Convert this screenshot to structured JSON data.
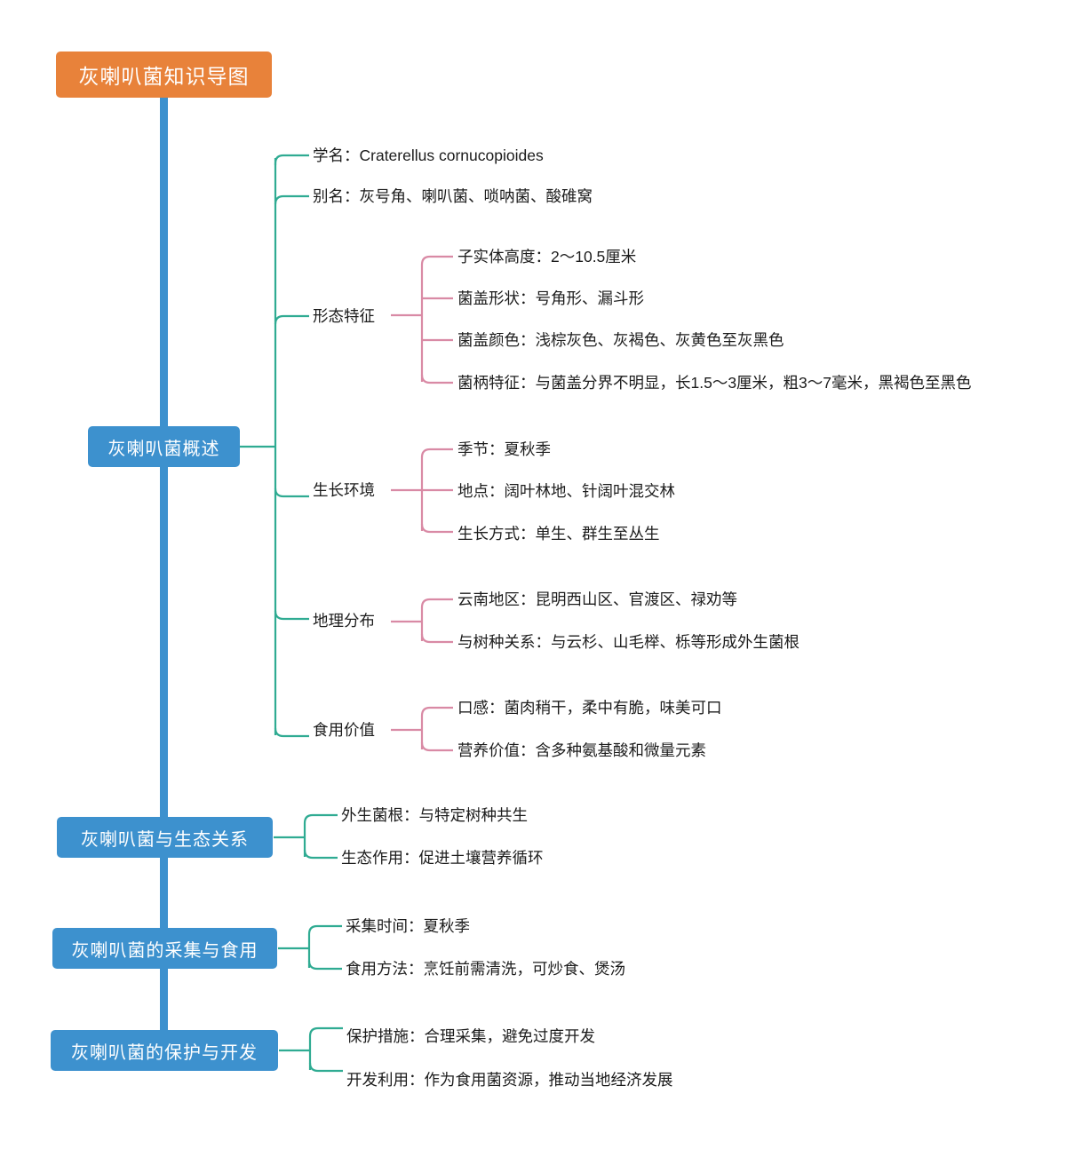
{
  "colors": {
    "root_bg": "#e8823a",
    "node_bg": "#3d91ce",
    "trunk": "#3d91ce",
    "level2_connector": "#2fab92",
    "level3_connector": "#d98aa5",
    "text": "#1c1c1c",
    "node_text": "#ffffff",
    "background": "#ffffff"
  },
  "root": {
    "label": "灰喇叭菌知识导图"
  },
  "branches": [
    {
      "id": "overview",
      "label": "灰喇叭菌概述",
      "children": [
        {
          "label": "学名：Craterellus cornucopioides",
          "children": []
        },
        {
          "label": "别名：灰号角、喇叭菌、唢呐菌、酸碓窝",
          "children": []
        },
        {
          "label": "形态特征",
          "children": [
            "子实体高度：2～10.5厘米",
            "菌盖形状：号角形、漏斗形",
            "菌盖颜色：浅棕灰色、灰褐色、灰黄色至灰黑色",
            "菌柄特征：与菌盖分界不明显，长1.5～3厘米，粗3～7毫米，黑褐色至黑色"
          ]
        },
        {
          "label": "生长环境",
          "children": [
            "季节：夏秋季",
            "地点：阔叶林地、针阔叶混交林",
            "生长方式：单生、群生至丛生"
          ]
        },
        {
          "label": "地理分布",
          "children": [
            "云南地区：昆明西山区、官渡区、禄劝等",
            "与树种关系：与云杉、山毛榉、栎等形成外生菌根"
          ]
        },
        {
          "label": "食用价值",
          "children": [
            "口感：菌肉稍干，柔中有脆，味美可口",
            "营养价值：含多种氨基酸和微量元素"
          ]
        }
      ]
    },
    {
      "id": "ecology",
      "label": "灰喇叭菌与生态关系",
      "children": [
        {
          "label": "外生菌根：与特定树种共生",
          "children": []
        },
        {
          "label": "生态作用：促进土壤营养循环",
          "children": []
        }
      ]
    },
    {
      "id": "harvest",
      "label": "灰喇叭菌的采集与食用",
      "children": [
        {
          "label": "采集时间：夏秋季",
          "children": []
        },
        {
          "label": "食用方法：烹饪前需清洗，可炒食、煲汤",
          "children": []
        }
      ]
    },
    {
      "id": "protection",
      "label": "灰喇叭菌的保护与开发",
      "children": [
        {
          "label": "保护措施：合理采集，避免过度开发",
          "children": []
        },
        {
          "label": "开发利用：作为食用菌资源，推动当地经济发展",
          "children": []
        }
      ]
    }
  ]
}
